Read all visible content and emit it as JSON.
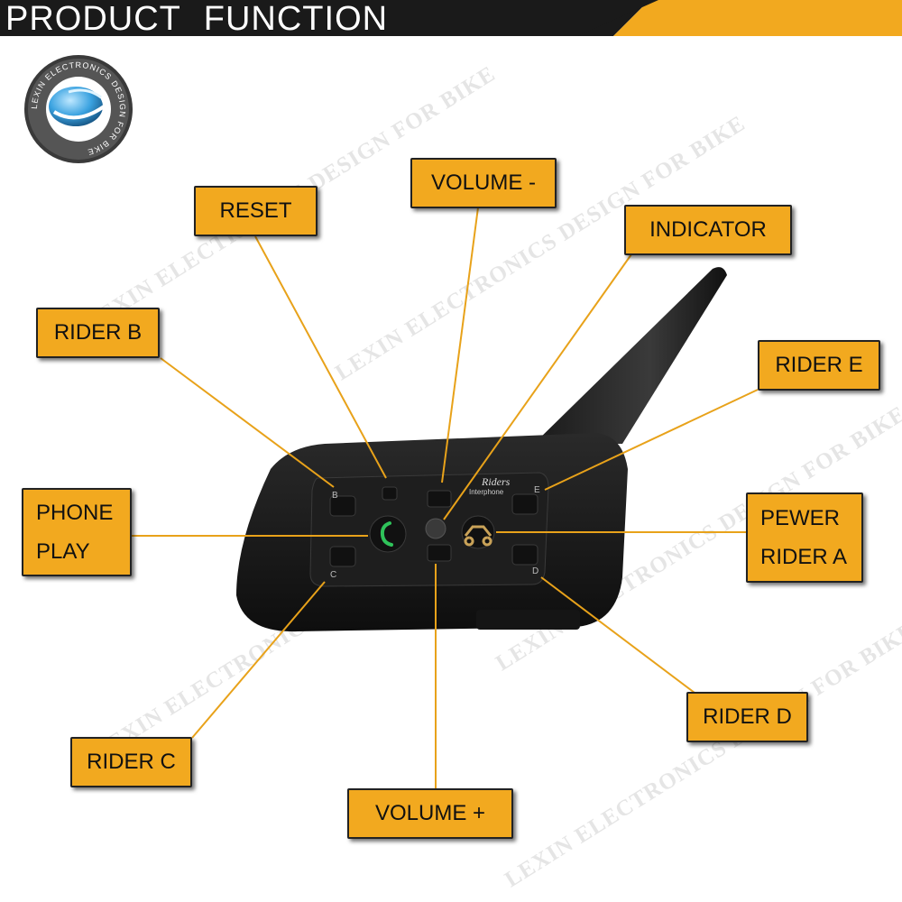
{
  "header": {
    "title": "PRODUCT  FUNCTION",
    "bar_color": "#1a1a1a",
    "accent_color": "#f2a91f"
  },
  "logo": {
    "ring_text": "LEXIN ELECTRONICS DESIGN FOR BIKE",
    "icon": "globe-logo-icon"
  },
  "watermark": {
    "text": "LEXIN ELECTRONICS DESIGN FOR BIKE"
  },
  "device": {
    "brand": "Riders",
    "model": "Interphone",
    "button_letters": [
      "B",
      "E",
      "C",
      "D"
    ]
  },
  "callouts": {
    "volume_minus": "VOLUME -",
    "reset": "RESET",
    "indicator": "INDICATOR",
    "rider_b": "RIDER B",
    "rider_e": "RIDER E",
    "phone_play": [
      "PHONE",
      "PLAY"
    ],
    "power_rider_a": [
      "PEWER",
      "RIDER A"
    ],
    "rider_c": "RIDER C",
    "rider_d": "RIDER D",
    "volume_plus": "VOLUME +"
  },
  "colors": {
    "callout_fill": "#f2a91f",
    "leader_line": "#e8a21a"
  }
}
